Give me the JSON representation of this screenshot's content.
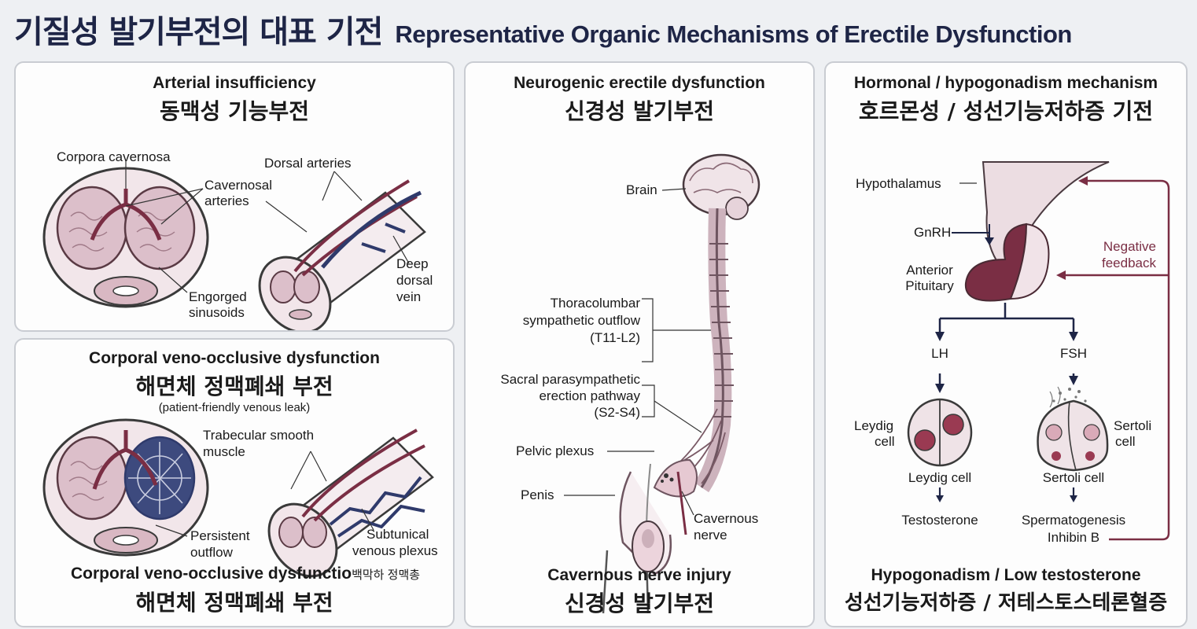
{
  "header": {
    "title_ko": "기질성 발기부전의 대표 기전",
    "title_en": "Representative Organic Mechanisms of Erectile Dysfunction"
  },
  "arterial": {
    "title_en": "Arterial insufficiency",
    "title_ko": "동맥성 기능부전",
    "labels": {
      "corpora": "Corpora cavernosa",
      "cav_arteries_1": "Cavernosal",
      "cav_arteries_2": "arteries",
      "dorsal_arteries": "Dorsal arteries",
      "deep_dorsal_1": "Deep",
      "deep_dorsal_2": "dorsal",
      "deep_dorsal_3": "vein",
      "engorged_1": "Engorged",
      "engorged_2": "sinusoids"
    }
  },
  "veno": {
    "title_en": "Corporal veno-occlusive dysfunction",
    "title_ko": "해면체 정맥폐쇄 부전",
    "subtitle": "(patient-friendly venous leak)",
    "labels": {
      "trabecular_1": "Trabecular smooth",
      "trabecular_2": "muscle",
      "persistent_1": "Persistent",
      "persistent_2": "outflow",
      "subtunical_1": "Subtunical",
      "subtunical_2": "venous plexus",
      "subtunical_ko": "백막하 정맥총"
    },
    "footer_en": "Corporal veno-occlusive dysfunctio",
    "footer_ko": "해면체 정맥폐쇄 부전"
  },
  "neuro": {
    "title_en": "Neurogenic erectile dysfunction",
    "title_ko": "신경성 발기부전",
    "labels": {
      "brain": "Brain",
      "thoraco_1": "Thoracolumbar",
      "thoraco_2": "sympathetic outflow",
      "thoraco_3": "(T11-L2)",
      "sacral_1": "Sacral parasympathetic",
      "sacral_2": "erection pathway",
      "sacral_3": "(S2-S4)",
      "pelvic": "Pelvic plexus",
      "penis": "Penis",
      "cav_nerve_1": "Cavernous",
      "cav_nerve_2": "nerve"
    },
    "footer_en": "Cavernous nerve injury",
    "footer_ko": "신경성 발기부전"
  },
  "hormonal": {
    "title_en": "Hormonal / hypogonadism mechanism",
    "title_ko": "호르몬성 / 성선기능저하증 기전",
    "labels": {
      "hypothalamus": "Hypothalamus",
      "gnrh": "GnRH",
      "anterior_1": "Anterior",
      "anterior_2": "Pituitary",
      "negative_1": "Negative",
      "negative_2": "feedback",
      "lh": "LH",
      "fsh": "FSH",
      "leydig_side_1": "Leydig",
      "leydig_side_2": "cell",
      "sertoli_side_1": "Sertoli",
      "sertoli_side_2": "cell",
      "leydig_cell": "Leydig cell",
      "sertoli_cell": "Sertoli cell",
      "testosterone": "Testosterone",
      "spermato": "Spermatogenesis",
      "inhibin": "Inhibin B"
    },
    "footer_en": "Hypogonadism / Low testosterone",
    "footer_ko": "성선기능저하증 / 저테스토스테론혈증"
  },
  "colors": {
    "artery": "#7a2e44",
    "vein": "#2f3a6b",
    "tissue": "#d9b8c3",
    "outline": "#3a3a3a",
    "feedback": "#7a2e44"
  }
}
